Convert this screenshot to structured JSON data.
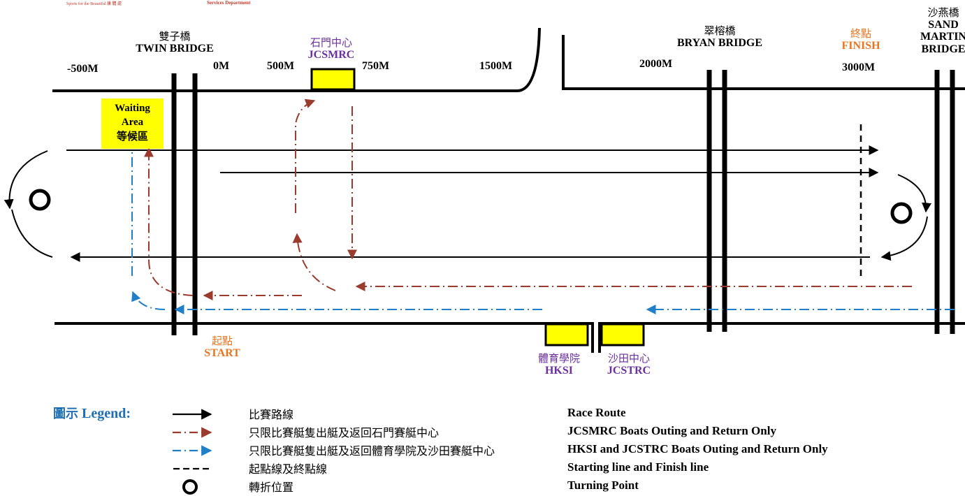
{
  "header": {
    "fragment_left": "Sports for the Beautiful  康 體 處",
    "fragment_right": "Services Department"
  },
  "distance_markers": [
    "-500M",
    "0M",
    "500M",
    "750M",
    "1500M",
    "2000M",
    "3000M"
  ],
  "bridges": {
    "twin_zh": "雙子橋",
    "twin_en": "TWIN BRIDGE",
    "bryan_zh": "翠榕橋",
    "bryan_en": "BRYAN BRIDGE",
    "sand_zh": "沙燕橋",
    "sand_en1": "SAND",
    "sand_en2": "MARTIN",
    "sand_en3": "BRIDGE"
  },
  "centres": {
    "jcsmrc_zh": "石門中心",
    "jcsmrc_en": "JCSMRC",
    "hksi_zh": "體育學院",
    "hksi_en": "HKSI",
    "jcstrc_zh": "沙田中心",
    "jcstrc_en": "JCSTRC"
  },
  "finish": {
    "zh": "終點",
    "en": "FINISH"
  },
  "start": {
    "zh": "起點",
    "en": "START"
  },
  "waiting_area": {
    "line1": "Waiting",
    "line2": "Area",
    "line3": "等候區"
  },
  "legend": {
    "title_zh": "圖示",
    "title_en": "Legend:",
    "items": [
      {
        "symbol": "solid-arrow",
        "zh": "比賽路線",
        "en": "Race Route"
      },
      {
        "symbol": "brown-dash-dot-arrow",
        "zh": "只限比賽艇隻出艇及返回石門賽艇中心",
        "en": "JCSMRC Boats Outing and Return Only"
      },
      {
        "symbol": "blue-dash-dot-arrow",
        "zh": "只限比賽艇隻出艇及返回體育學院及沙田賽艇中心",
        "en": "HKSI and JCSTRC Boats Outing and Return Only"
      },
      {
        "symbol": "dashed-line",
        "zh": "起點線及終點線",
        "en": "Starting line and Finish line"
      },
      {
        "symbol": "turning-circle",
        "zh": "轉折位置",
        "en": "Turning Point"
      }
    ]
  },
  "colors": {
    "brown": "#9b3b2e",
    "blue": "#1f7fc8",
    "yellow": "#ffff00",
    "orange": "#e8741e",
    "purple": "#6b2fa0"
  }
}
